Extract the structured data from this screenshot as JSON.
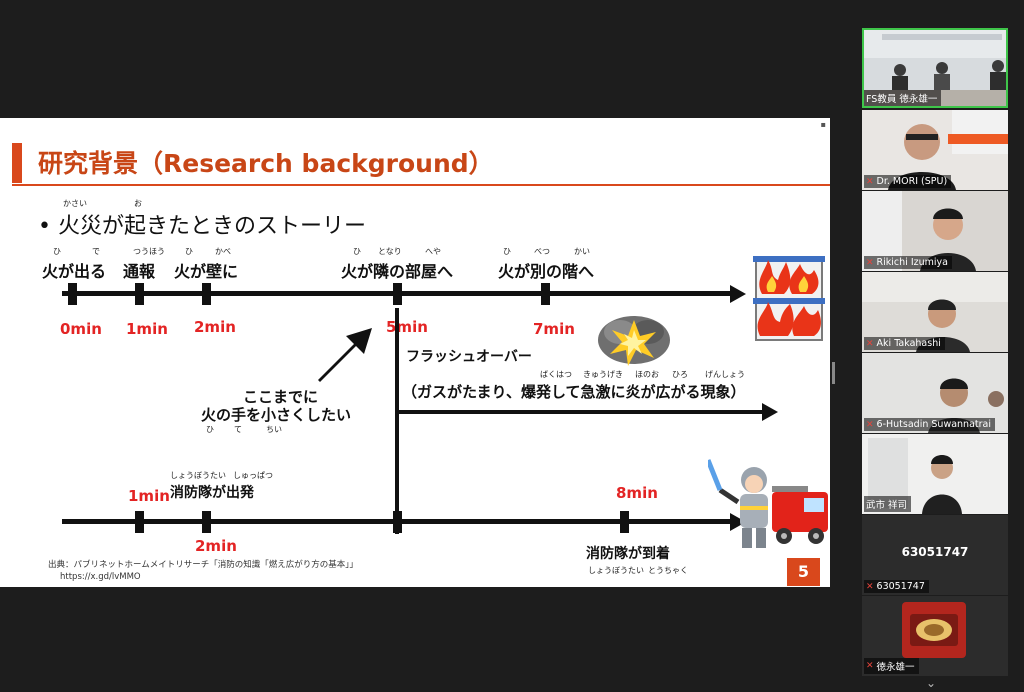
{
  "slide": {
    "title": "研究背景（Research background）",
    "subtitle_ruby": {
      "kasai": "かさい",
      "o": "お"
    },
    "subtitle": "• 火災が起きたときのストーリー",
    "events": [
      {
        "label": "火が出る",
        "ruby_a": "ひ",
        "ruby_b": "で"
      },
      {
        "label": "通報",
        "ruby_a": "つうほう"
      },
      {
        "label": "火が壁に",
        "ruby_a": "ひ",
        "ruby_b": "かべ"
      },
      {
        "label": "火が隣の部屋へ",
        "ruby_a": "ひ",
        "ruby_b": "となり",
        "ruby_c": "へや"
      },
      {
        "label": "火が別の階へ",
        "ruby_a": "ひ",
        "ruby_b": "べつ",
        "ruby_c": "かい"
      }
    ],
    "times_top": [
      "0min",
      "1min",
      "2min",
      "5min",
      "7min"
    ],
    "flashover": "フラッシュオーバー",
    "flashover_ruby": {
      "a": "ばくはつ",
      "b": "きゅうげき",
      "c": "ほのお",
      "d": "ひろ",
      "e": "げんしょう"
    },
    "flashover_desc": "（ガスがたまり、爆発して急激に炎が広がる現象）",
    "goal_line1": "ここまでに",
    "goal_line2": "火の手を小さくしたい",
    "goal_ruby": {
      "a": "ひ",
      "b": "て",
      "c": "ちい"
    },
    "dispatch_ruby": {
      "a": "しょうぼうたい",
      "b": "しゅっぱつ"
    },
    "dispatch": "消防隊が出発",
    "times_bottom": {
      "dispatch_before": "1min",
      "dispatch_after": "2min",
      "arrive": "8min"
    },
    "arrive": "消防隊が到着",
    "arrive_ruby": {
      "a": "しょうぼうたい",
      "b": "とうちゃく"
    },
    "source_line1": "出典：パブリネットホームメイトリサーチ「消防の知識「燃え広がり方の基本」」",
    "source_line2": "https://x.gd/lvMMO",
    "page": "5",
    "colors": {
      "accent": "#d9481c",
      "time": "#e32424"
    }
  },
  "participants": {
    "tiles": [
      {
        "name": "FS教員 徳永雄一",
        "muted": false,
        "active": true
      },
      {
        "name": "Dr. MORI (SPU)",
        "muted": true
      },
      {
        "name": "Rikichi Izumiya",
        "muted": true
      },
      {
        "name": "Aki Takahashi",
        "muted": true
      },
      {
        "name": "6-Hutsadin Suwannatrai",
        "muted": true
      },
      {
        "name": "武市 祥司",
        "muted": false
      },
      {
        "big": "63051747",
        "name": "63051747",
        "muted": true
      },
      {
        "name": "徳永雄一",
        "muted": true
      }
    ],
    "icons": {
      "mute": "mic-muted-icon",
      "more": "chevron-down-icon"
    }
  }
}
